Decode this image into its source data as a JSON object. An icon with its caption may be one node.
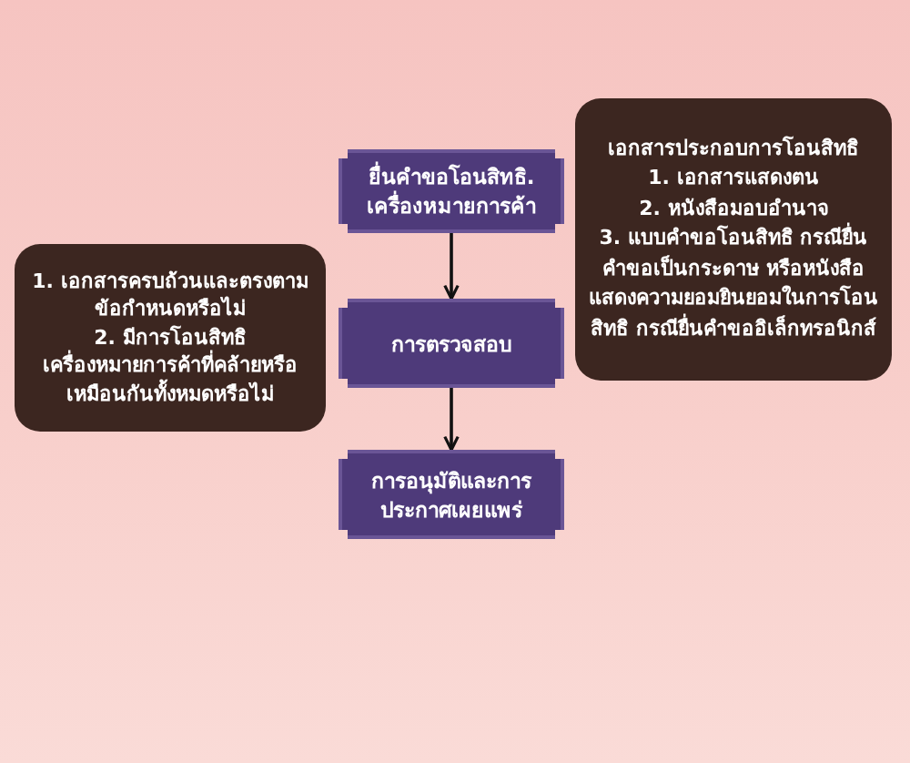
{
  "diagram": {
    "nodes": [
      {
        "text": [
          "ยื่นคำขอโอนสิทธิ. เครื่องหมายการค้า"
        ]
      },
      {
        "text": [
          "เอกสารประกอบการโอนสิทธิ",
          "1. เอกสารแสดงตน",
          "2. หนังสือมอบอำนาจ",
          "3. แบบคำขอโอนสิทธิ กรณียื่นคำขอเป็นกระดาษ หรือหนังสือแสดงความยอมยินยอมในการโอนสิทธิ กรณียื่นคำขออิเล็กทรอนิกส์"
        ]
      },
      {
        "text": [
          "1. เอกสารครบถ้วนและตรงตามข้อกำหนดหรือไม่",
          "2. มีการโอนสิทธิเครื่องหมายการค้าที่คล้ายหรือเหมือนกันทั้งหมดหรือไม่"
        ]
      },
      {
        "text": [
          "การตรวจสอบ"
        ]
      },
      {
        "text": [
          "การอนุมัติและการประกาศเผยแพร่"
        ]
      }
    ],
    "edges": [
      {
        "from": 0,
        "to": 3,
        "arrow": "to"
      },
      {
        "from": 3,
        "to": 4,
        "arrow": "to"
      }
    ]
  }
}
